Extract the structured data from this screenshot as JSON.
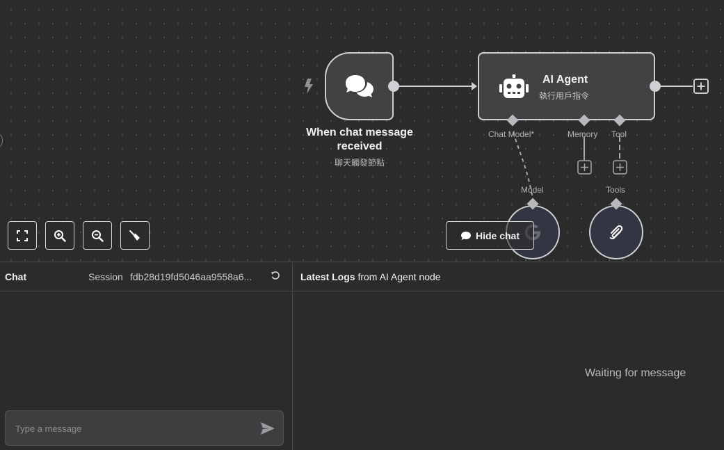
{
  "canvas": {
    "trigger_node": {
      "title": "When chat message received",
      "subtitle": "聊天觸發節點",
      "icon": "chat-bubbles-icon"
    },
    "agent_node": {
      "title": "AI Agent",
      "subtitle": "執行用戶指令",
      "icon": "robot-icon",
      "ports": {
        "chat_model": "Chat Model*",
        "memory": "Memory",
        "tool": "Tool"
      }
    },
    "sub_nodes": {
      "model_label": "Model",
      "model_icon": "google-g-icon",
      "tools_label": "Tools",
      "tools_icon": "tool-plug-icon"
    },
    "controls": {
      "fit_view": "fit-view-icon",
      "zoom_in": "zoom-in-icon",
      "zoom_out": "zoom-out-icon",
      "clear": "broom-icon"
    },
    "hide_chat_label": "Hide chat"
  },
  "chat": {
    "title": "Chat",
    "session_label": "Session",
    "session_id": "fdb28d19fd5046aa9558a6...",
    "input_placeholder": "Type a message"
  },
  "logs": {
    "title_bold": "Latest Logs",
    "title_rest": " from AI Agent node",
    "waiting": "Waiting for message"
  },
  "colors": {
    "background": "#2a2b2b",
    "node_fill": "#414244",
    "node_border": "#cfd0d3",
    "sub_node_fill": "#333543",
    "port": "#cfd0d3"
  }
}
